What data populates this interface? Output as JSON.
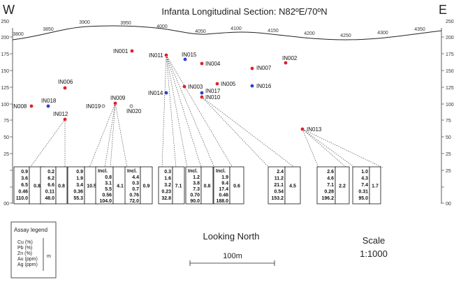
{
  "title": "Infanta Longitudinal Section: N82ºE/70ºN",
  "compass": {
    "left": "W",
    "right": "E"
  },
  "top_axis_ticks": [
    "3800",
    "3850",
    "3900",
    "3950",
    "4000",
    "4050",
    "4100",
    "4150",
    "4200",
    "4250",
    "4300",
    "4350"
  ],
  "elevation_ticks": [
    "250",
    "225",
    "200",
    "175",
    "150",
    "125",
    "100",
    "75",
    "50",
    "25",
    "00"
  ],
  "drillholes": [
    {
      "id": "IN001",
      "color": "#e0202a"
    },
    {
      "id": "IN002",
      "color": "#e0202a"
    },
    {
      "id": "IN003",
      "color": "#e0202a"
    },
    {
      "id": "IN004",
      "color": "#e0202a"
    },
    {
      "id": "IN005",
      "color": "#e0202a"
    },
    {
      "id": "IN006",
      "color": "#e0202a"
    },
    {
      "id": "IN007",
      "color": "#e0202a"
    },
    {
      "id": "IN008",
      "color": "#e0202a"
    },
    {
      "id": "IN009",
      "color": "#e0202a"
    },
    {
      "id": "IN010",
      "color": "#e0202a"
    },
    {
      "id": "IN011",
      "color": "#e0202a"
    },
    {
      "id": "IN012",
      "color": "#e0202a"
    },
    {
      "id": "IN013",
      "color": "#e0202a"
    },
    {
      "id": "IN014",
      "color": "#2b3fd6"
    },
    {
      "id": "IN015",
      "color": "#2b3fd6"
    },
    {
      "id": "IN016",
      "color": "#2b3fd6"
    },
    {
      "id": "IN017",
      "color": "#2b3fd6"
    },
    {
      "id": "IN018",
      "color": "#2b3fd6"
    },
    {
      "id": "IN019",
      "color": "open"
    },
    {
      "id": "IN020",
      "color": "open"
    }
  ],
  "assay_boxes": [
    {
      "incl": "",
      "values": [
        "0.9",
        "3.6",
        "6.5",
        "0.46",
        "110.0"
      ],
      "width_m": "0.8"
    },
    {
      "incl": "",
      "values": [
        "0.2",
        "6.2",
        "6.6",
        "0.11",
        "48.0"
      ],
      "width_m": "0.8"
    },
    {
      "incl": "",
      "values": [
        "0.9",
        "1.9",
        "3.4",
        "0.36",
        "55.3"
      ],
      "width_m": "10.5"
    },
    {
      "incl": "Incl.",
      "values": [
        "0.8",
        "3.1",
        "5.5",
        "0.56",
        "104.0"
      ],
      "width_m": "4.1"
    },
    {
      "incl": "Incl.",
      "values": [
        "4.4",
        "0.3",
        "0.7",
        "0.76",
        "72.0"
      ],
      "width_m": "0.9"
    },
    {
      "incl": "",
      "values": [
        "0.3",
        "1.6",
        "3.2",
        "0.23",
        "32.8"
      ],
      "width_m": "7.1"
    },
    {
      "incl": "Incl.",
      "values": [
        "1.2",
        "3.8",
        "7.3",
        "0.70",
        "90.0"
      ],
      "width_m": "0.8"
    },
    {
      "incl": "Incl.",
      "values": [
        "1.9",
        "9.4",
        "17.4",
        "0.46",
        "188.0"
      ],
      "width_m": "0.6"
    },
    {
      "incl": "",
      "values": [
        "2.4",
        "11.2",
        "21.1",
        "0.54",
        "153.2"
      ],
      "width_m": "4.5"
    },
    {
      "incl": "",
      "values": [
        "2.6",
        "4.6",
        "7.1",
        "0.28",
        "196.2"
      ],
      "width_m": "2.2"
    },
    {
      "incl": "",
      "values": [
        "1.0",
        "4.3",
        "7.4",
        "0.31",
        "95.0"
      ],
      "width_m": "1.7"
    }
  ],
  "legend": {
    "title": "Assay legend",
    "rows": [
      "Cu (%)",
      "Pb (%)",
      "Zn (%)",
      "Au (ppm)",
      "Ag (ppm)"
    ],
    "width_unit": "m"
  },
  "looking": "Looking North",
  "scale_bar_label": "100m",
  "scale_title": "Scale",
  "scale_ratio": "1:1000"
}
